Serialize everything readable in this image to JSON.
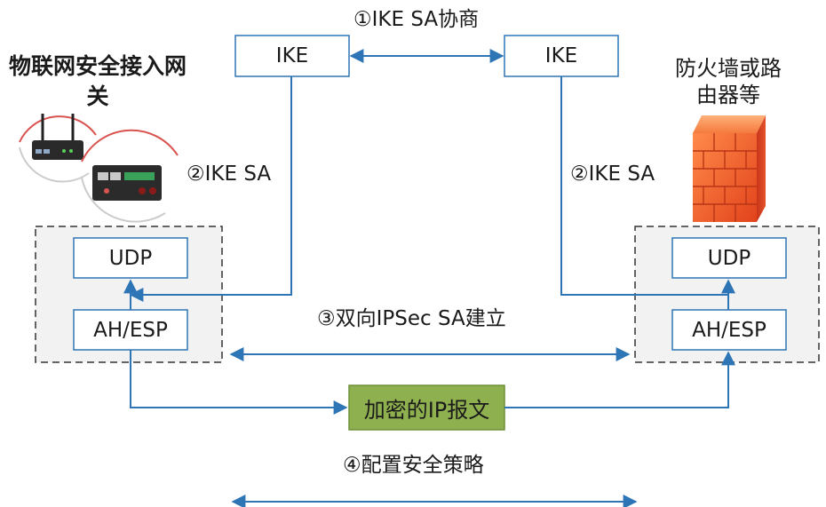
{
  "left_device": {
    "title": "物联网安全接入网关"
  },
  "right_device": {
    "title": "防火墙或路由器等"
  },
  "ike_left": "IKE",
  "ike_right": "IKE",
  "udp_left": "UDP",
  "udp_right": "UDP",
  "ahesp_left": "AH/ESP",
  "ahesp_right": "AH/ESP",
  "steps": {
    "step1": "①IKE SA协商",
    "step2_left": "②IKE SA",
    "step2_right": "②IKE SA",
    "step3": "③双向IPSec SA建立",
    "step4": "④配置安全策略"
  },
  "encrypted_packet": "加密的IP报文",
  "colors": {
    "line": "#2e75b6",
    "box_border": "#2e75b6",
    "dashed_border": "#333333",
    "panel_fill": "#f2f2f2",
    "packet_fill": "#8fb04f",
    "packet_border": "#6f8f3a"
  },
  "icons": [
    "router-image",
    "gateway-image",
    "firewall-brick-icon"
  ]
}
